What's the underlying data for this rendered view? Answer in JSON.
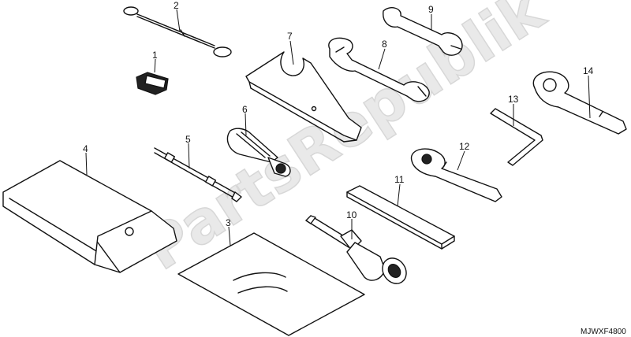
{
  "diagram": {
    "watermark": "PartsRepublik",
    "reference_code": "MJWXF4800",
    "callouts": {
      "c1": "1",
      "c2": "2",
      "c3": "3",
      "c4": "4",
      "c5": "5",
      "c6": "6",
      "c7": "7",
      "c8": "8",
      "c9": "9",
      "c10": "10",
      "c11": "11",
      "c12": "12",
      "c13": "13",
      "c14": "14"
    }
  }
}
